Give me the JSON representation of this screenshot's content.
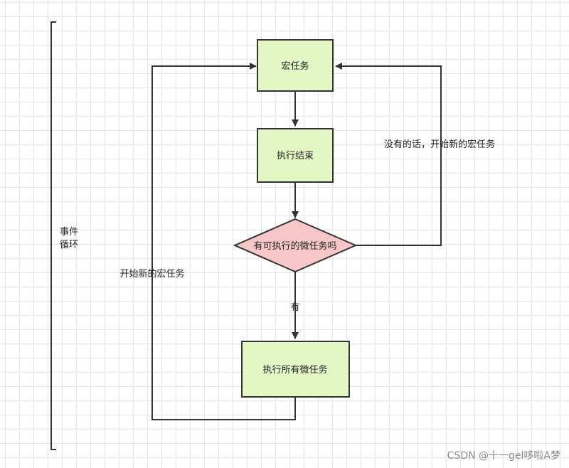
{
  "diagram": {
    "bracket_label_line1": "事件",
    "bracket_label_line2": "循环",
    "nodes": {
      "macro_task": "宏任务",
      "execution_end": "执行结束",
      "has_micro_tasks": "有可执行的微任务吗",
      "run_all_micro_tasks": "执行所有微任务"
    },
    "edges": {
      "no_branch": "没有的话，开始新的宏任务",
      "yes_branch": "有",
      "loop_back": "开始新的宏任务"
    }
  },
  "colors": {
    "box_fill": "#E2F7C4",
    "decision_fill": "#F7C6C6",
    "line": "#333333"
  },
  "watermark": "CSDN @十一gel哆啦A梦"
}
